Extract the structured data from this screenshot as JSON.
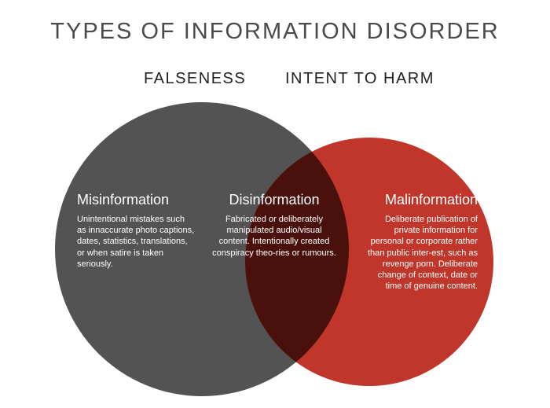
{
  "title": "TYPES OF INFORMATION DISORDER",
  "circles": {
    "left_heading": "FALSENESS",
    "right_heading": "INTENT TO HARM"
  },
  "regions": {
    "misinformation": {
      "title": "Misinformation",
      "desc": "Unintentional mistakes such as innaccurate photo captions, dates, statistics, translations, or when satire is taken seriously."
    },
    "disinformation": {
      "title": "Disinformation",
      "desc": "Fabricated or deliberately manipulated audio/visual content. Intentionally created conspiracy theo-ries or rumours."
    },
    "malinformation": {
      "title": "Malinformation",
      "desc": "Deliberate publication of private information for personal or corporate rather than public inter-est, such as revenge porn. Deliberate change of context, date or time of genuine content."
    }
  },
  "colors": {
    "left_circle": "#545354",
    "right_circle": "#c0362a",
    "overlap": "#4a110c"
  }
}
